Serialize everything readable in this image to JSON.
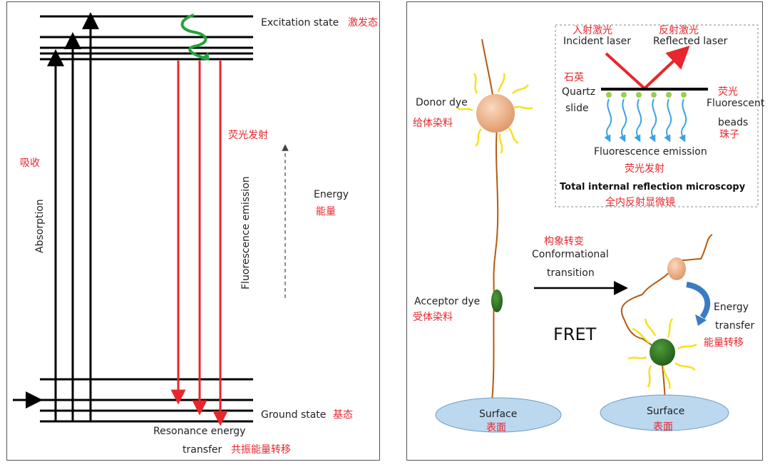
{
  "jablonski": {
    "excitation_label": "Excitation state",
    "excitation_cn": "激发态",
    "ground_label": "Ground state",
    "ground_cn": "基态",
    "absorption_label": "Absorption",
    "absorption_cn": "吸收",
    "fluorescence_label": "Fluorescence emission",
    "fluorescence_cn": "荧光发射",
    "energy_label": "Energy",
    "energy_cn": "能量",
    "resonance_line1": "Resonance energy",
    "resonance_line2": "transfer",
    "resonance_cn": "共振能量转移"
  },
  "fret": {
    "donor_label": "Donor dye",
    "donor_cn": "给体染料",
    "acceptor_label": "Acceptor dye",
    "acceptor_cn": "受体染料",
    "surface_label": "Surface",
    "surface_cn": "表面",
    "conf_cn": "构象转变",
    "conf_line1": "Conformational",
    "conf_line2": "transition",
    "fret_label": "FRET",
    "energy_transfer_line1": "Energy",
    "energy_transfer_line2": "transfer",
    "energy_transfer_cn": "能量转移"
  },
  "tirf": {
    "incident_cn": "入射激光",
    "incident_label": "Incident laser",
    "reflected_cn": "反射激光",
    "reflected_label": "Reflected laser",
    "quartz_cn": "石英",
    "quartz_line1": "Quartz",
    "quartz_line2": "slide",
    "beads_cn": "荧光",
    "beads_line1": "Fluorescent",
    "beads_line2": "beads",
    "beads_cn2": "珠子",
    "emission_label": "Fluorescence emission",
    "emission_cn": "荧光发射",
    "title": "Total internal reflection microscopy",
    "title_cn": "全内反射显微镜"
  },
  "colors": {
    "red": "#e8262d",
    "green": "#23a33a",
    "wave_yellow": "#f5e21b",
    "bead_green": "#9ad14b",
    "donor_orange": "#f2b48a",
    "acceptor_green": "#2f7a23",
    "surface_blue": "#bcd8ef",
    "tether": "#b35a10",
    "emission_blue": "#3aa3e0",
    "transfer_blue": "#3b7bc4"
  }
}
